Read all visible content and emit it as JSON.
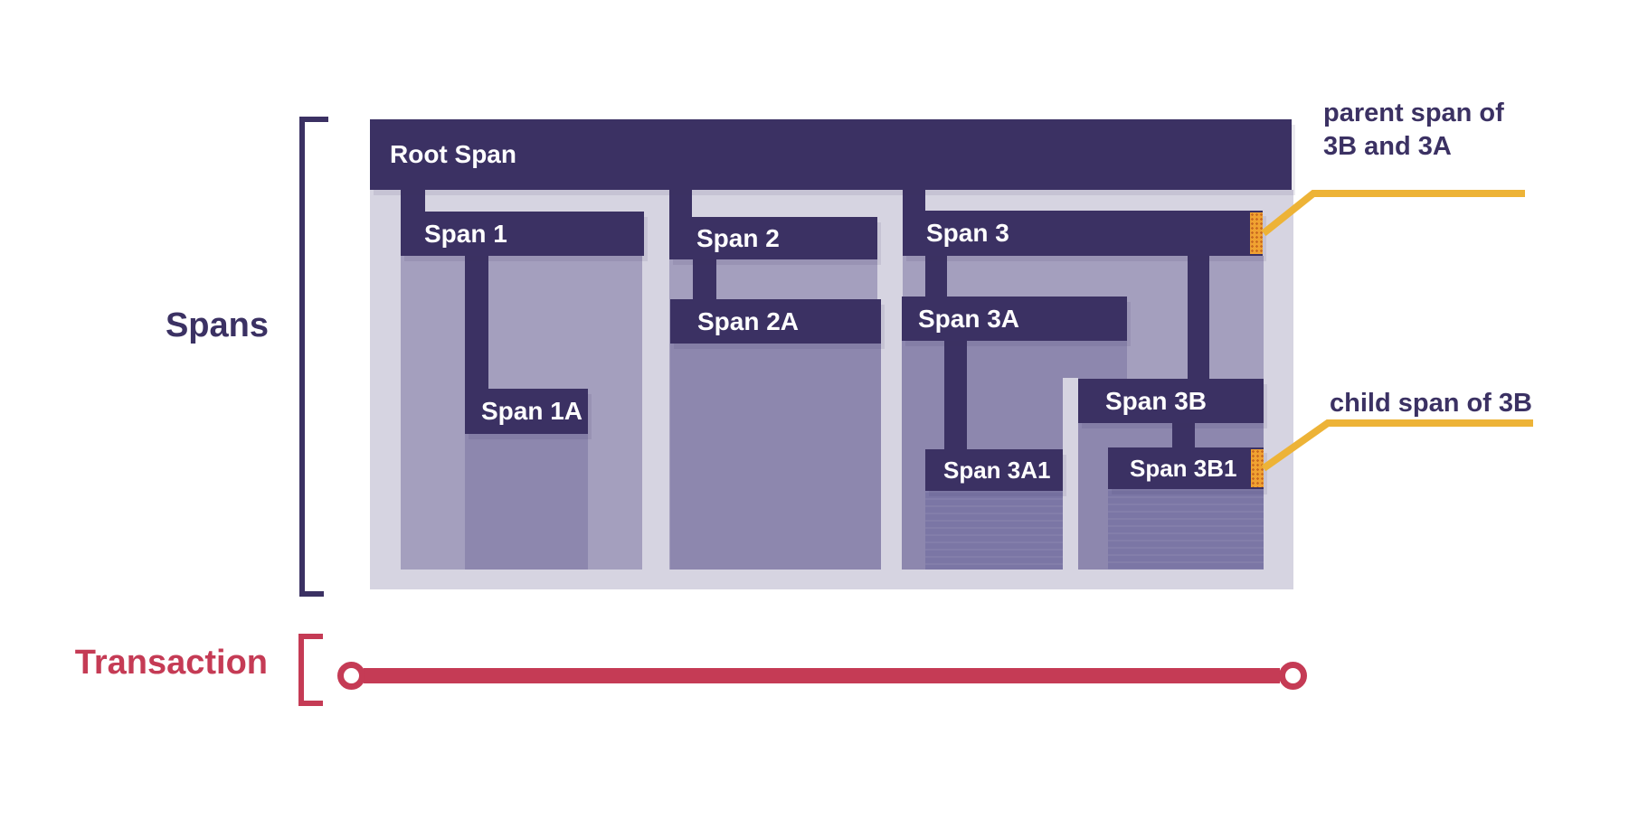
{
  "labels": {
    "spans": "Spans",
    "transaction": "Transaction"
  },
  "spans": {
    "root": {
      "label": "Root Span"
    },
    "span1": {
      "label": "Span 1"
    },
    "span1a": {
      "label": "Span 1A"
    },
    "span2": {
      "label": "Span 2"
    },
    "span2a": {
      "label": "Span 2A"
    },
    "span3": {
      "label": "Span 3"
    },
    "span3a": {
      "label": "Span 3A"
    },
    "span3a1": {
      "label": "Span 3A1"
    },
    "span3b": {
      "label": "Span 3B"
    },
    "span3b1": {
      "label": "Span 3B1"
    }
  },
  "annotations": {
    "parent": {
      "line1": "parent span of",
      "line2": "3B and 3A"
    },
    "child": {
      "text": "child span of 3B"
    }
  },
  "colors": {
    "background": "#ffffff",
    "bar": "#3b3163",
    "panel": "#d6d4e1",
    "duration": "#a49fbe",
    "duration_overlap": "#8d87ae",
    "duration_deep": "#7b76a5",
    "marker_orange": "#f0a231",
    "callout_yellow": "#edb337",
    "transaction_red": "#c53b55"
  }
}
